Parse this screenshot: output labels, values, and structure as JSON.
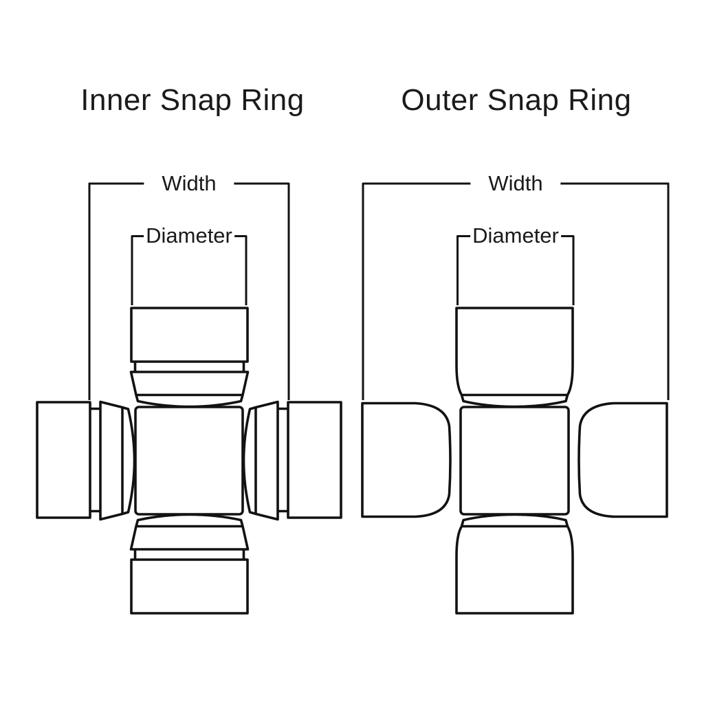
{
  "page": {
    "background_color": "#ffffff",
    "line_color": "#121212",
    "text_color": "#1a1a1a"
  },
  "diagrams": [
    {
      "id": "inner-snap-ring",
      "title": "Inner Snap Ring",
      "labels": {
        "width": "Width",
        "diameter": "Diameter"
      }
    },
    {
      "id": "outer-snap-ring",
      "title": "Outer Snap Ring",
      "labels": {
        "width": "Width",
        "diameter": "Diameter"
      }
    }
  ]
}
